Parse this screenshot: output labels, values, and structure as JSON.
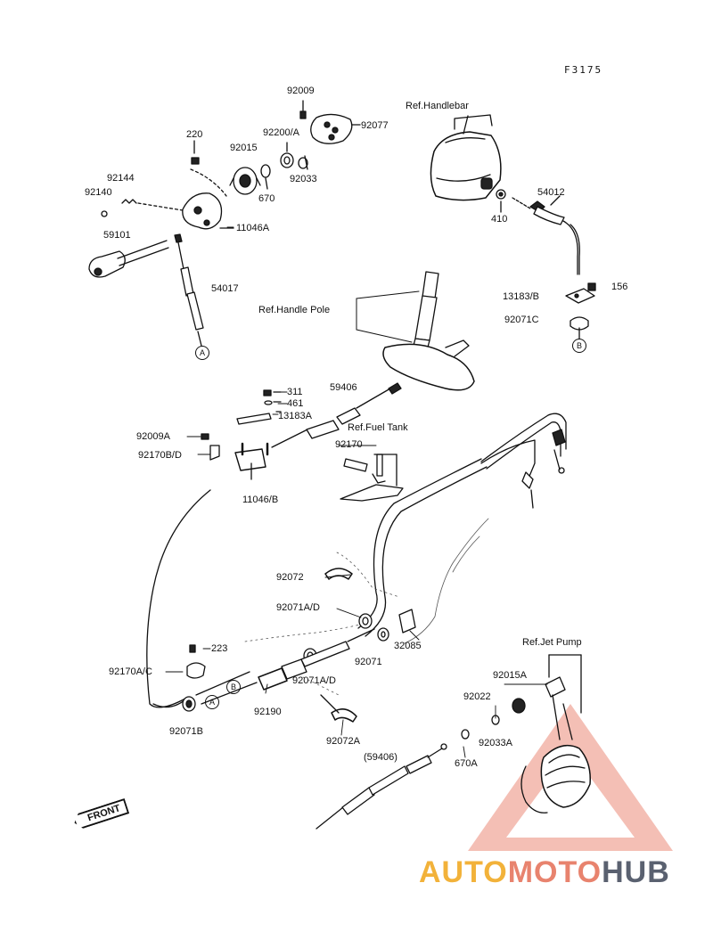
{
  "figure_id": "F3175",
  "labels": {
    "p92009": "92009",
    "p92077": "92077",
    "p220": "220",
    "p92200A": "92200/A",
    "p92015": "92015",
    "p670": "670",
    "p92033": "92033",
    "p92144": "92144",
    "p92140": "92140",
    "p59101": "59101",
    "p11046A": "11046A",
    "p54017": "54017",
    "ref_handlebar": "Ref.Handlebar",
    "p410": "410",
    "p54012": "54012",
    "p156": "156",
    "p13183B": "13183/B",
    "p92071C": "92071C",
    "ref_handle_pole": "Ref.Handle Pole",
    "p311": "311",
    "p461": "461",
    "p13183A": "13183A",
    "p59406": "59406",
    "p92009A": "92009A",
    "p92170BD": "92170B/D",
    "p11046B": "11046/B",
    "ref_fuel_tank": "Ref.Fuel Tank",
    "p92170": "92170",
    "p92072": "92072",
    "p92071AD_top": "92071A/D",
    "p223": "223",
    "p32085": "32085",
    "p92071": "92071",
    "p92170AC": "92170A/C",
    "p92071AD_bottom": "92071A/D",
    "p92190": "92190",
    "p92071B": "92071B",
    "p92072A": "92072A",
    "ref_jet_pump": "Ref.Jet Pump",
    "p92015A": "92015A",
    "p92022": "92022",
    "p92033A": "92033A",
    "p670A": "670A",
    "p59406_paren": "(59406)"
  },
  "markers": {
    "A": "A",
    "B": "B"
  },
  "front_label": "FRONT",
  "watermark": {
    "part1": "AUTO",
    "part2": "MOTO",
    "part3": "HUB",
    "colors": [
      "#f2b23a",
      "#e8836e",
      "#5a6170"
    ]
  }
}
